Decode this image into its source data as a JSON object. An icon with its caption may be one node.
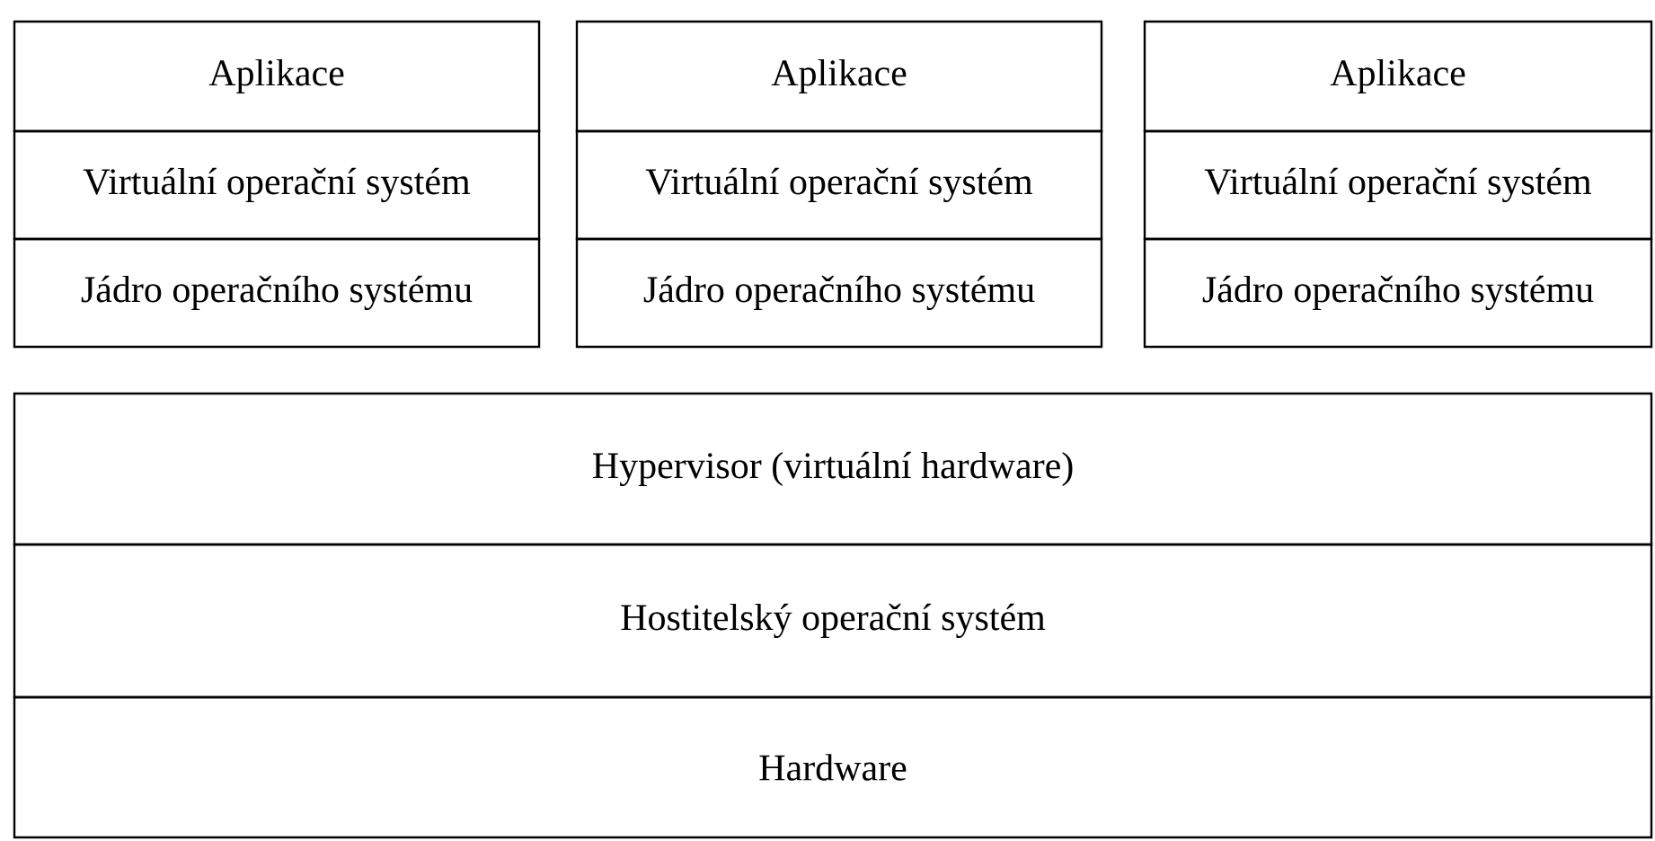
{
  "diagram": {
    "nodes": [
      {
        "text": [
          "Aplikace"
        ]
      },
      {
        "text": [
          "Virtuální operační systém"
        ]
      },
      {
        "text": [
          "Jádro operačního systému"
        ]
      },
      {
        "text": [
          "Aplikace"
        ]
      },
      {
        "text": [
          "Virtuální operační systém"
        ]
      },
      {
        "text": [
          "Jádro operačního systému"
        ]
      },
      {
        "text": [
          "Aplikace"
        ]
      },
      {
        "text": [
          "Virtuální operační systém"
        ]
      },
      {
        "text": [
          "Jádro operačního systému"
        ]
      },
      {
        "text": [
          "Hypervisor (virtuální hardware)"
        ]
      },
      {
        "text": [
          "Hostitelský operační systém"
        ]
      },
      {
        "text": [
          "Hardware"
        ]
      }
    ]
  }
}
